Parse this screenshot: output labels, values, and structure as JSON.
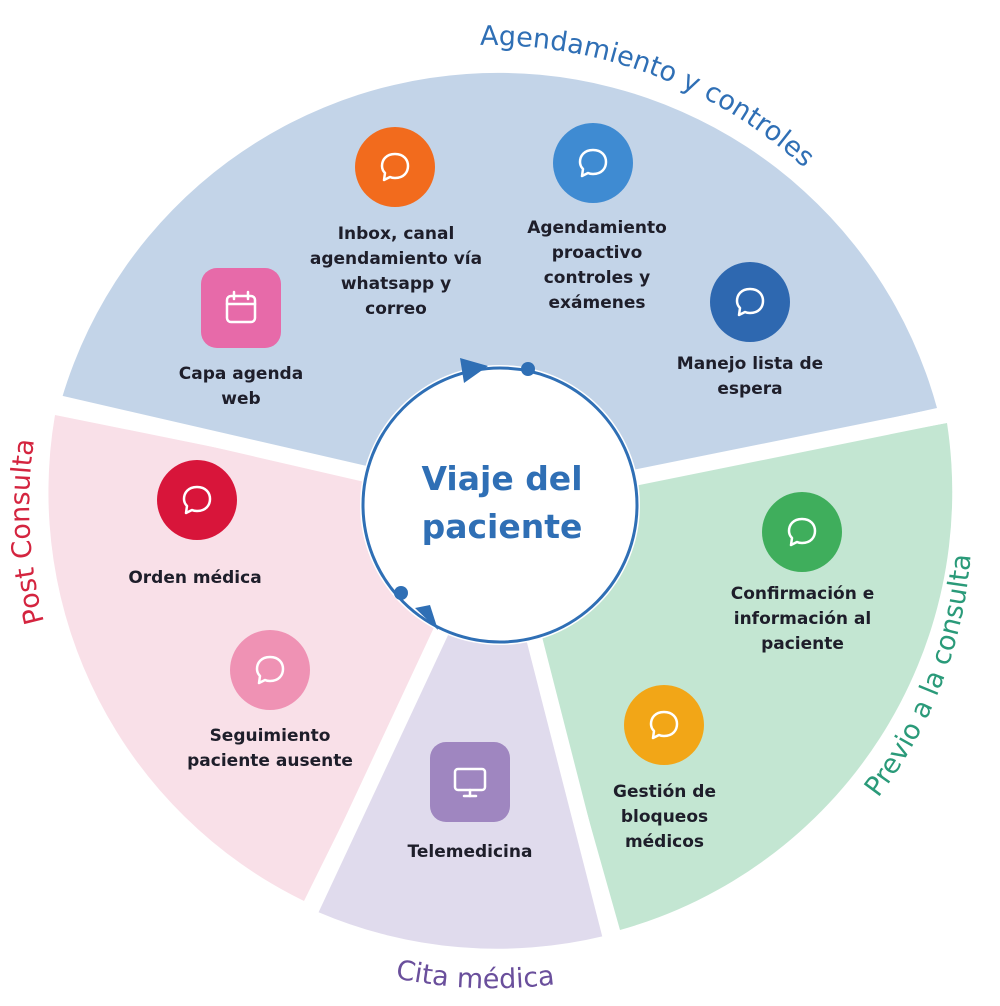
{
  "center": {
    "title": "Viaje del paciente"
  },
  "sections": [
    {
      "id": "agendamiento",
      "title": "Agendamiento y controles",
      "color": "#2f6fb5",
      "fill": "#c3d4e8"
    },
    {
      "id": "previo",
      "title": "Previo a la consulta",
      "color": "#2a9a79",
      "fill": "#c3e6d2"
    },
    {
      "id": "cita",
      "title": "Cita médica",
      "color": "#6a4f9c",
      "fill": "#e0dbed"
    },
    {
      "id": "post",
      "title": "Post Consulta",
      "color": "#d4243f",
      "fill": "#f9e0e8"
    }
  ],
  "items": [
    {
      "id": "capa-agenda",
      "label": "Capa agenda\nweb",
      "icon": "calendar-icon",
      "color": "#e76aa9"
    },
    {
      "id": "inbox",
      "label": "Inbox, canal\nagendamiento vía\nwhatsapp y\ncorreo",
      "icon": "chat-bubble-icon",
      "color": "#f26b1d"
    },
    {
      "id": "agendamiento-proactivo",
      "label": "Agendamiento\nproactivo\ncontroles y\nexámenes",
      "icon": "chat-bubble-icon",
      "color": "#3f8bd2"
    },
    {
      "id": "lista-espera",
      "label": "Manejo lista de\nespera",
      "icon": "chat-bubble-icon",
      "color": "#2e68b0"
    },
    {
      "id": "confirmacion",
      "label": "Confirmación e\ninformación al\npaciente",
      "icon": "chat-bubble-icon",
      "color": "#3fae5c"
    },
    {
      "id": "bloqueos",
      "label": "Gestión de\nbloqueos\nmédicos",
      "icon": "chat-bubble-icon",
      "color": "#f2a617"
    },
    {
      "id": "telemedicina",
      "label": "Telemedicina",
      "icon": "monitor-icon",
      "color": "#9f86c0"
    },
    {
      "id": "orden-medica",
      "label": "Orden médica",
      "icon": "chat-bubble-icon",
      "color": "#d8153a"
    },
    {
      "id": "seguimiento",
      "label": "Seguimiento\npaciente ausente",
      "icon": "chat-bubble-icon",
      "color": "#ef92b4"
    }
  ]
}
